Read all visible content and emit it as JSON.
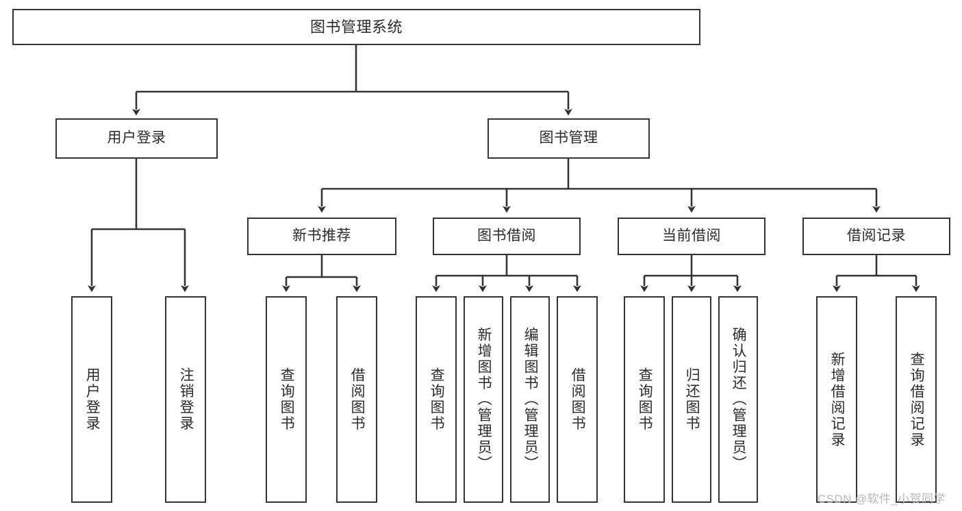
{
  "diagram": {
    "type": "tree-hierarchy-chart",
    "title": "图书管理系统",
    "orientation": "top-down",
    "colors": {
      "box_border": "#333333",
      "box_fill": "#ffffff",
      "connector": "#333333",
      "text": "#2b2b2b",
      "watermark": "#b9b9b9",
      "background": "#ffffff"
    },
    "levels": [
      {
        "level": 1,
        "nodes": [
          {
            "id": "root",
            "label": "图书管理系统"
          }
        ]
      },
      {
        "level": 2,
        "nodes": [
          {
            "id": "login",
            "label": "用户登录"
          },
          {
            "id": "bookmgmt",
            "label": "图书管理"
          }
        ]
      },
      {
        "level": 3,
        "nodes": [
          {
            "id": "newbook",
            "label": "新书推荐"
          },
          {
            "id": "borrow",
            "label": "图书借阅"
          },
          {
            "id": "current",
            "label": "当前借阅"
          },
          {
            "id": "records",
            "label": "借阅记录"
          }
        ]
      },
      {
        "level": 4,
        "nodes": [
          {
            "id": "leaf-1",
            "label": "用户登录",
            "parent": "login"
          },
          {
            "id": "leaf-2",
            "label": "注销登录",
            "parent": "login"
          },
          {
            "id": "leaf-3",
            "label": "查询图书",
            "parent": "newbook"
          },
          {
            "id": "leaf-4",
            "label": "借阅图书",
            "parent": "newbook"
          },
          {
            "id": "leaf-5",
            "label": "查询图书",
            "parent": "borrow"
          },
          {
            "id": "leaf-6",
            "label": "新增图书（管理员）",
            "parent": "borrow"
          },
          {
            "id": "leaf-7",
            "label": "编辑图书（管理员）",
            "parent": "borrow"
          },
          {
            "id": "leaf-8",
            "label": "借阅图书",
            "parent": "borrow"
          },
          {
            "id": "leaf-9",
            "label": "查询图书",
            "parent": "current"
          },
          {
            "id": "leaf-10",
            "label": "归还图书",
            "parent": "current"
          },
          {
            "id": "leaf-11",
            "label": "确认归还（管理员）",
            "parent": "current"
          },
          {
            "id": "leaf-12",
            "label": "新增借阅记录",
            "parent": "records"
          },
          {
            "id": "leaf-13",
            "label": "查询借阅记录",
            "parent": "records"
          }
        ]
      }
    ],
    "edges": [
      {
        "from": "root",
        "to": "login"
      },
      {
        "from": "root",
        "to": "bookmgmt"
      },
      {
        "from": "login",
        "to": "leaf-1"
      },
      {
        "from": "login",
        "to": "leaf-2"
      },
      {
        "from": "bookmgmt",
        "to": "newbook"
      },
      {
        "from": "bookmgmt",
        "to": "borrow"
      },
      {
        "from": "bookmgmt",
        "to": "current"
      },
      {
        "from": "bookmgmt",
        "to": "records"
      },
      {
        "from": "newbook",
        "to": "leaf-3"
      },
      {
        "from": "newbook",
        "to": "leaf-4"
      },
      {
        "from": "borrow",
        "to": "leaf-5"
      },
      {
        "from": "borrow",
        "to": "leaf-6"
      },
      {
        "from": "borrow",
        "to": "leaf-7"
      },
      {
        "from": "borrow",
        "to": "leaf-8"
      },
      {
        "from": "current",
        "to": "leaf-9"
      },
      {
        "from": "current",
        "to": "leaf-10"
      },
      {
        "from": "current",
        "to": "leaf-11"
      },
      {
        "from": "records",
        "to": "leaf-12"
      },
      {
        "from": "records",
        "to": "leaf-13"
      }
    ]
  },
  "watermark": {
    "text": "CSDN @软件_小贺同学"
  }
}
